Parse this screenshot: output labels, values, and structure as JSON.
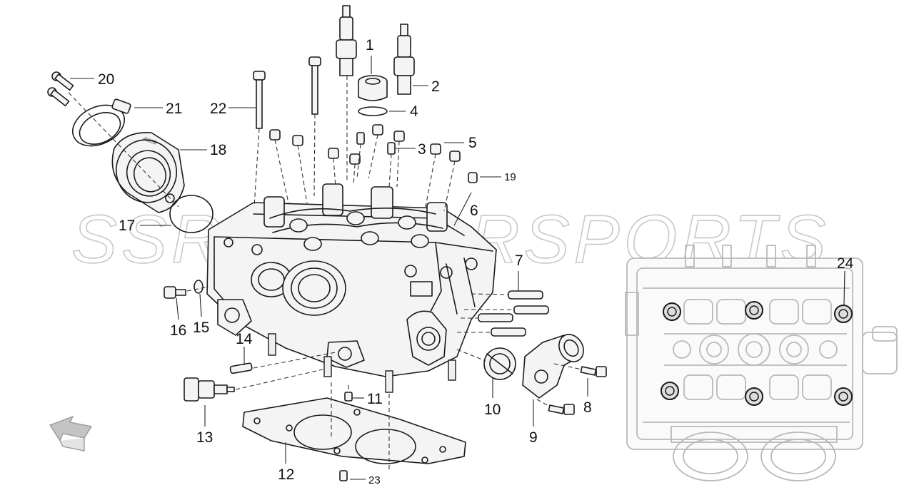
{
  "watermark": "SSR MOTORSPORTS",
  "callouts": [
    {
      "id": "1",
      "label": "1"
    },
    {
      "id": "2",
      "label": "2"
    },
    {
      "id": "3",
      "label": "3"
    },
    {
      "id": "4",
      "label": "4"
    },
    {
      "id": "5",
      "label": "5"
    },
    {
      "id": "6",
      "label": "6"
    },
    {
      "id": "7",
      "label": "7"
    },
    {
      "id": "8",
      "label": "8"
    },
    {
      "id": "9",
      "label": "9"
    },
    {
      "id": "10",
      "label": "10"
    },
    {
      "id": "11",
      "label": "11"
    },
    {
      "id": "12",
      "label": "12"
    },
    {
      "id": "13",
      "label": "13"
    },
    {
      "id": "14",
      "label": "14"
    },
    {
      "id": "15",
      "label": "15"
    },
    {
      "id": "16",
      "label": "16"
    },
    {
      "id": "17",
      "label": "17"
    },
    {
      "id": "18",
      "label": "18"
    },
    {
      "id": "19",
      "label": "19"
    },
    {
      "id": "20",
      "label": "20"
    },
    {
      "id": "21",
      "label": "21"
    },
    {
      "id": "22",
      "label": "22"
    },
    {
      "id": "23",
      "label": "23"
    },
    {
      "id": "24",
      "label": "24"
    }
  ],
  "colors": {
    "line": "#1a1a1a",
    "ghost": "#b9b9b9",
    "watermark": "#c8c8c8"
  },
  "icons": {
    "direction_arrow": "front-direction-arrow-icon"
  }
}
